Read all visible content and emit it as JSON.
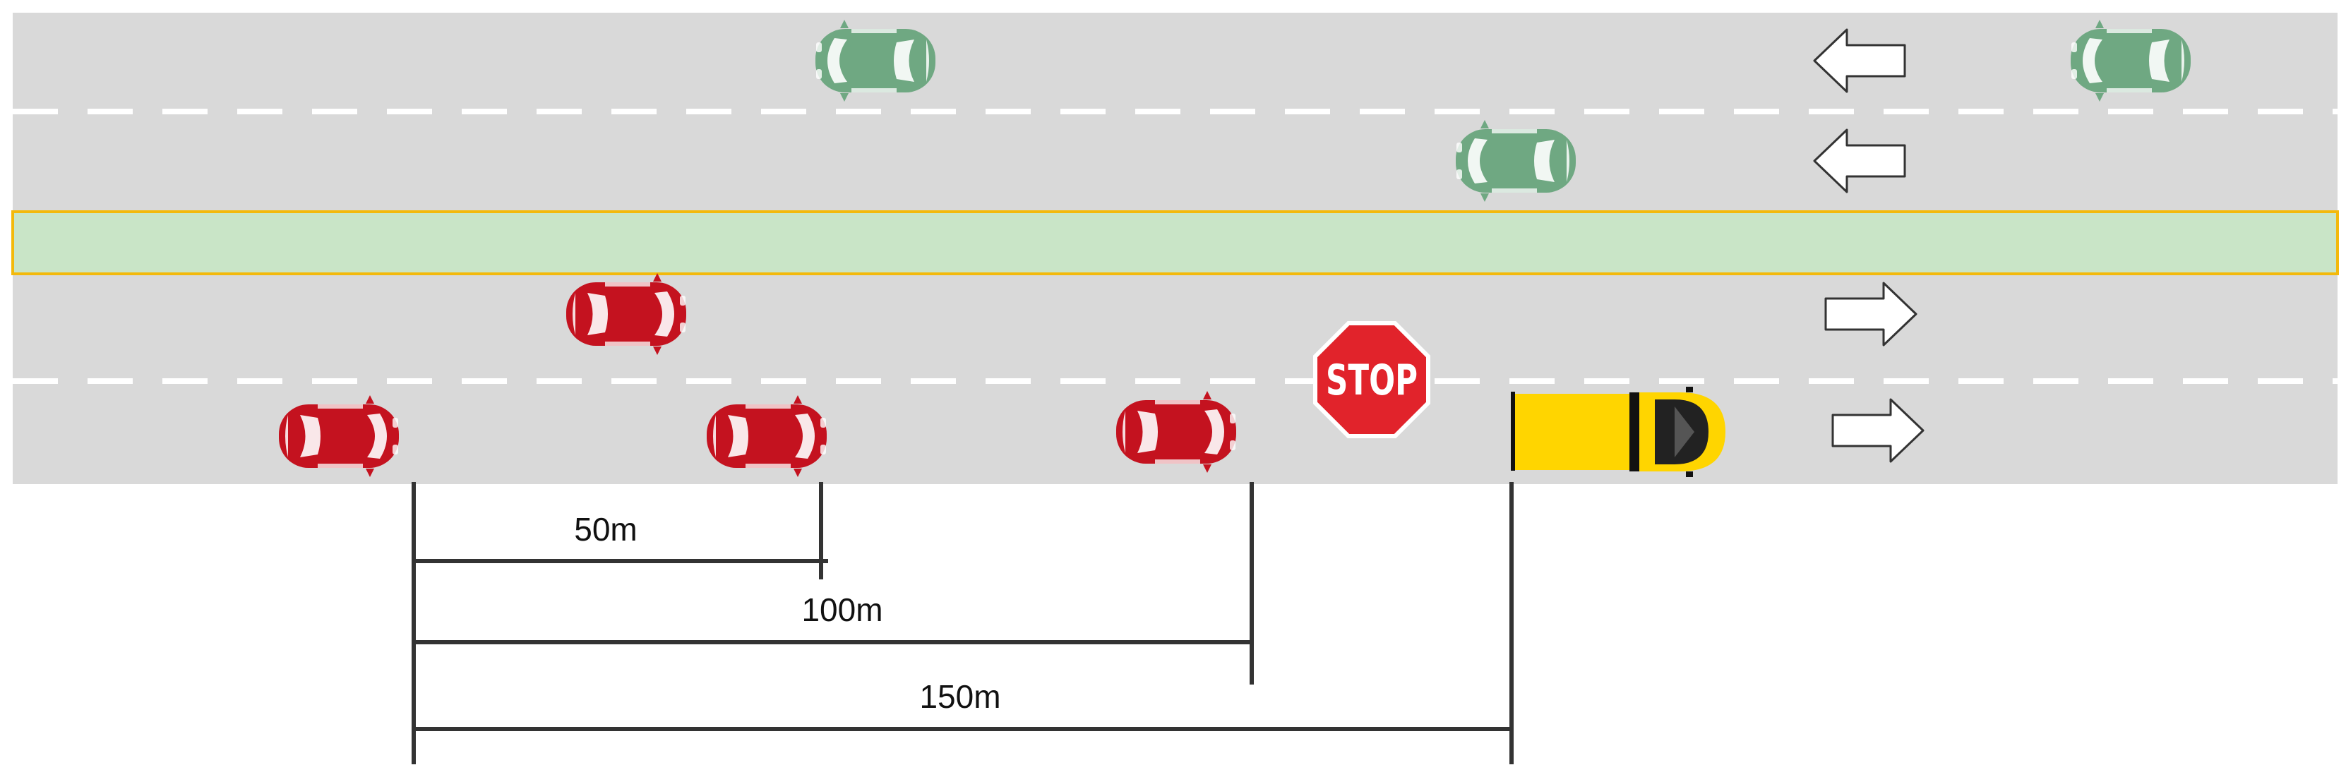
{
  "colors": {
    "road": "#d9d9d9",
    "median_fill": "#c9e5c7",
    "median_border": "#f3b90b",
    "lane_marking": "#ffffff",
    "oncoming_car": "#6fa882",
    "same_direction_car": "#c4121f",
    "school_bus": "#ffd500",
    "stop_sign": "#e1232b",
    "measure_line": "#333333"
  },
  "icons": {
    "direction_arrow": "arrow-icon",
    "car": "car-icon",
    "bus": "school-bus-icon",
    "stop": "stop-sign-icon"
  },
  "stop_sign": {
    "text": "STOP"
  },
  "distances": [
    {
      "label": "50m"
    },
    {
      "label": "100m"
    },
    {
      "label": "150m"
    }
  ]
}
